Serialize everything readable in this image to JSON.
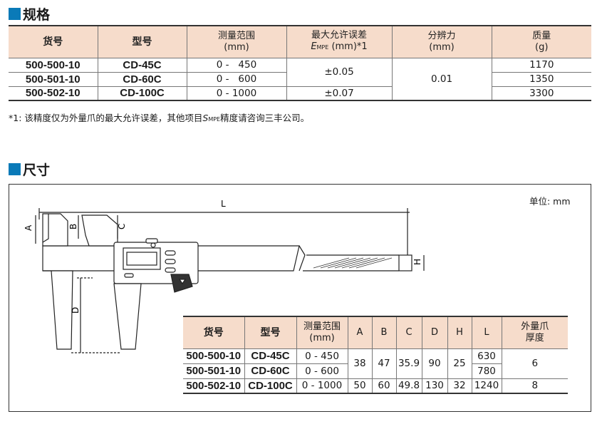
{
  "spec_section": {
    "title": "规格",
    "headers": {
      "code": "货号",
      "model": "型号",
      "range_1": "测量范围",
      "range_2": "(mm)",
      "error_1": "最大允许误差",
      "error_e": "E",
      "error_sub": "MPE",
      "error_2": " (mm)*1",
      "resolution_1": "分辨力",
      "resolution_2": "(mm)",
      "mass_1": "质量",
      "mass_2": "(g)"
    },
    "rows": [
      {
        "code": "500-500-10",
        "model": "CD-45C",
        "range": "0 -   450",
        "mass": "1170"
      },
      {
        "code": "500-501-10",
        "model": "CD-60C",
        "range": "0 -   600",
        "mass": "1350"
      },
      {
        "code": "500-502-10",
        "model": "CD-100C",
        "range": "0 - 1000",
        "mass": "3300"
      }
    ],
    "error_group1": "±0.05",
    "error_group2": "±0.07",
    "resolution": "0.01",
    "footnote_a": "*1: 该精度仅为外量爪的最大允许误差，其他项目",
    "footnote_s": "S",
    "footnote_sub": "MPE",
    "footnote_b": "精度请咨询三丰公司。"
  },
  "dim_section": {
    "title": "尺寸",
    "unit_label": "单位: mm",
    "drawing_labels": {
      "L": "L",
      "A": "A",
      "B": "B",
      "C": "C",
      "D": "D",
      "H": "H"
    },
    "headers": {
      "code": "货号",
      "model": "型号",
      "range_1": "测量范围",
      "range_2": "(mm)",
      "a": "A",
      "b": "B",
      "c": "C",
      "d": "D",
      "h": "H",
      "l": "L",
      "jaw_1": "外量爪",
      "jaw_2": "厚度"
    },
    "rows": [
      {
        "code": "500-500-10",
        "model": "CD-45C",
        "range": "0 - 450",
        "l": "630"
      },
      {
        "code": "500-501-10",
        "model": "CD-60C",
        "range": "0 - 600",
        "l": "780"
      },
      {
        "code": "500-502-10",
        "model": "CD-100C",
        "range": "0 - 1000",
        "a": "50",
        "b": "60",
        "c": "49.8",
        "d": "130",
        "h": "32",
        "l": "1240",
        "jaw": "8"
      }
    ],
    "group1": {
      "a": "38",
      "b": "47",
      "c": "35.9",
      "d": "90",
      "h": "25",
      "jaw": "6"
    }
  }
}
